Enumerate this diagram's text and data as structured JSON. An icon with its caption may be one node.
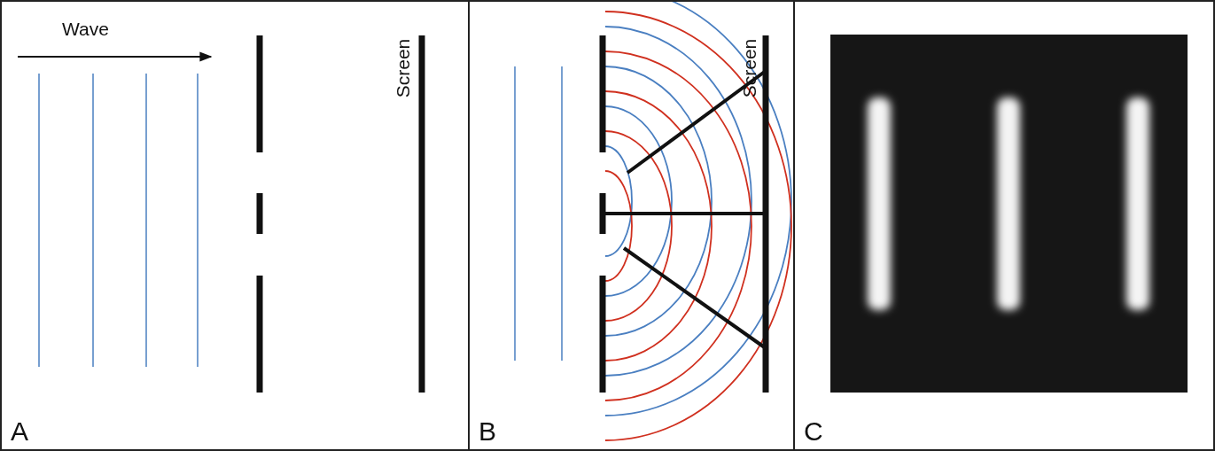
{
  "diagram": {
    "nodes": [
      {
        "text": [
          "A"
        ]
      },
      {
        "text": [
          "B"
        ]
      },
      {
        "text": [
          "C"
        ]
      }
    ],
    "labels": [
      "Wave",
      "Screen",
      "Screen"
    ]
  }
}
